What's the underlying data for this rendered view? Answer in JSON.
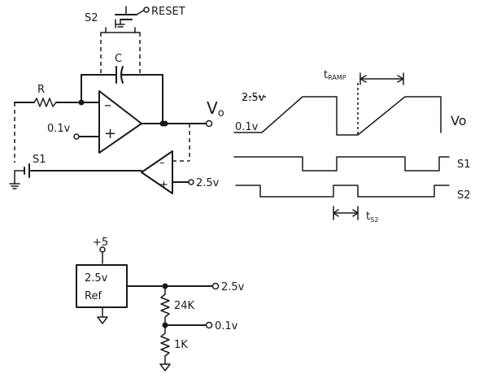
{
  "circuit": {
    "reset_switch": {
      "name": "S2",
      "label": "RESET"
    },
    "capacitor": "C",
    "resistor": "R",
    "input_ref": "0.1v",
    "output": "Vo",
    "switch1": "S1",
    "comparator_ref": "2.5v"
  },
  "timing": {
    "level_high": "2.5v",
    "level_low": "0.1v",
    "t_ramp": {
      "main": "t",
      "sub": "RAMP"
    },
    "waveform_label": "Vo",
    "s1_label": "S1",
    "s2_label": "S2",
    "t_s2": {
      "main": "t",
      "sub": "S2"
    }
  },
  "reference": {
    "supply": "+5",
    "ref_block": [
      "2.5v",
      "Ref"
    ],
    "out_high": "2.5v",
    "r_top": "24K",
    "out_low": "0.1v",
    "r_bottom": "1K"
  }
}
